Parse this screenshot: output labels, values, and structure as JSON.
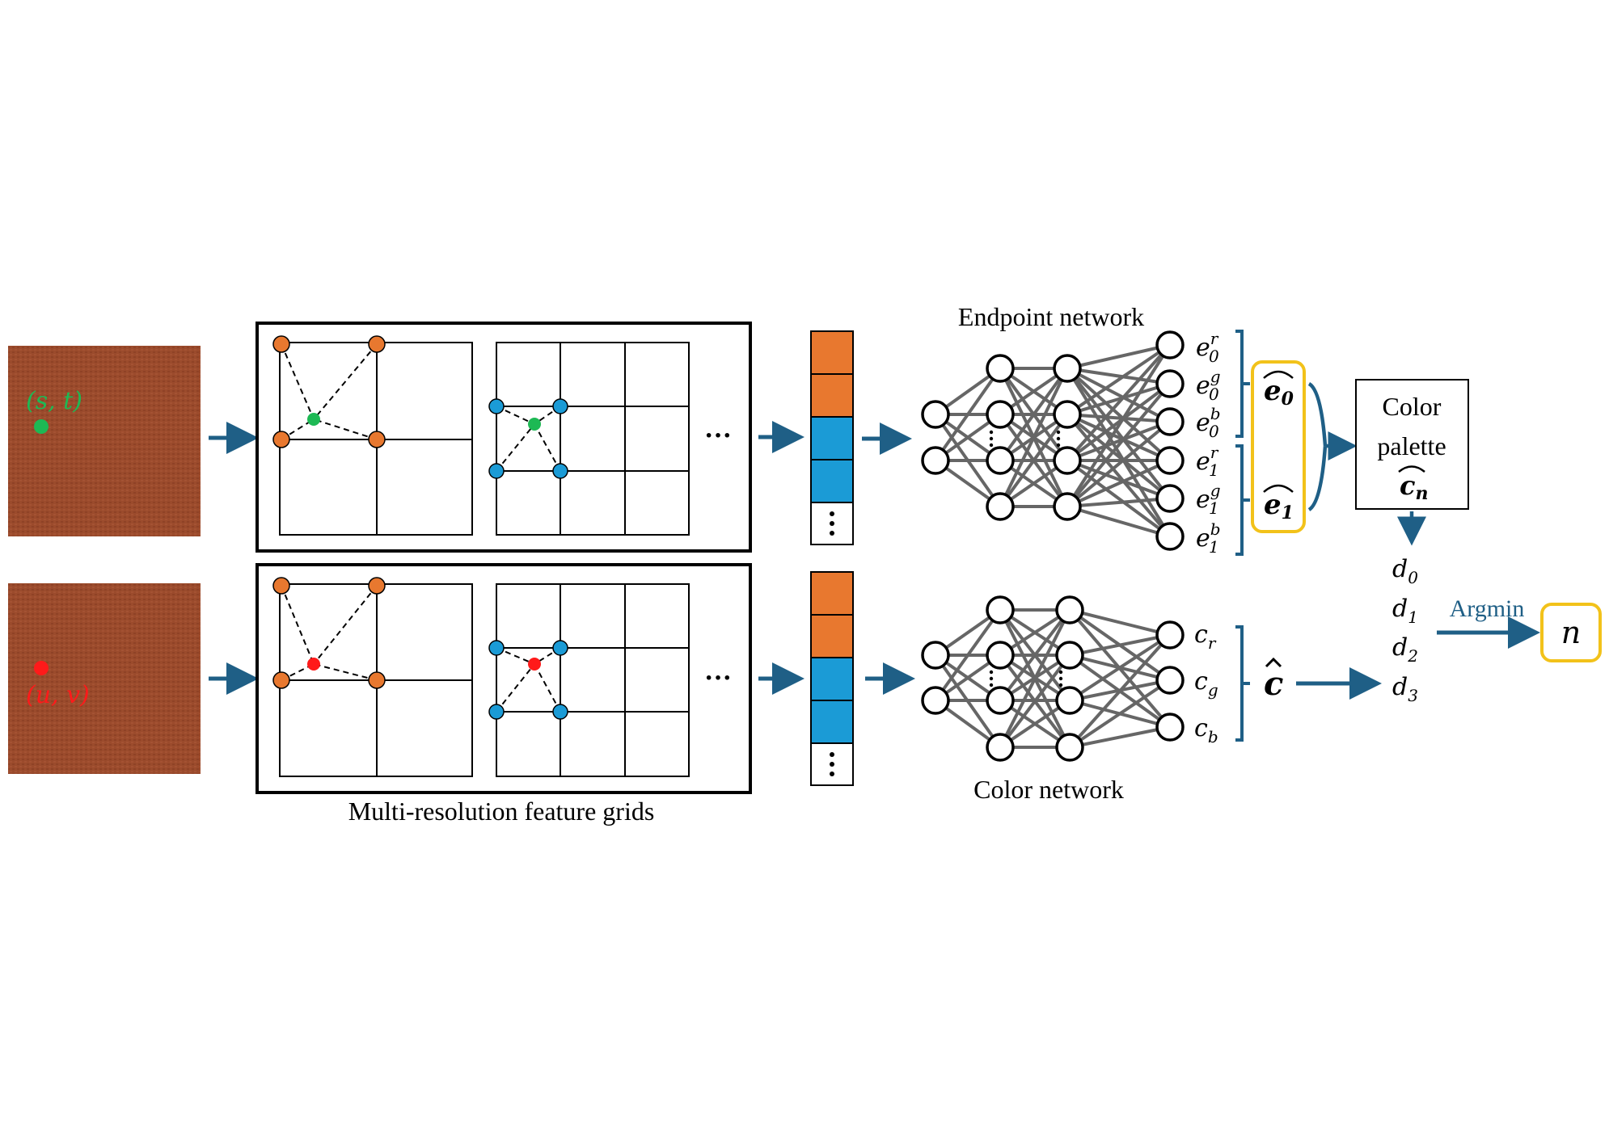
{
  "inputs": {
    "top_coord": "(s, t)",
    "bottom_coord": "(u, v)"
  },
  "grids": {
    "caption": "Multi-resolution feature grids",
    "ellipsis": "···"
  },
  "networks": {
    "endpoint_title": "Endpoint network",
    "color_title": "Color network",
    "endpoint_outputs": [
      {
        "base": "e",
        "sub": "0",
        "sup": "r"
      },
      {
        "base": "e",
        "sub": "0",
        "sup": "g"
      },
      {
        "base": "e",
        "sub": "0",
        "sup": "b"
      },
      {
        "base": "e",
        "sub": "1",
        "sup": "r"
      },
      {
        "base": "e",
        "sub": "1",
        "sup": "g"
      },
      {
        "base": "e",
        "sub": "1",
        "sup": "b"
      }
    ],
    "color_outputs": [
      {
        "base": "c",
        "sub": "r"
      },
      {
        "base": "c",
        "sub": "g"
      },
      {
        "base": "c",
        "sub": "b"
      }
    ]
  },
  "endpoints": {
    "e0": {
      "base": "e",
      "sub": "0"
    },
    "e1": {
      "base": "e",
      "sub": "1"
    }
  },
  "c_hat": "c",
  "palette": {
    "line1": "Color",
    "line2": "palette",
    "symbol_base": "c",
    "symbol_sub": "n"
  },
  "distances": [
    {
      "base": "d",
      "sub": "0"
    },
    {
      "base": "d",
      "sub": "1"
    },
    {
      "base": "d",
      "sub": "2"
    },
    {
      "base": "d",
      "sub": "3"
    }
  ],
  "argmin_label": "Argmin",
  "output_label": "n",
  "colors": {
    "arrow": "#1f5f86",
    "orange": "#e8782f",
    "blue": "#1b9bd6",
    "green": "#1db954",
    "red": "#ff1a1a",
    "highlight": "#f2c21a",
    "texture": "#9b4b2c",
    "edge": "#666666"
  }
}
